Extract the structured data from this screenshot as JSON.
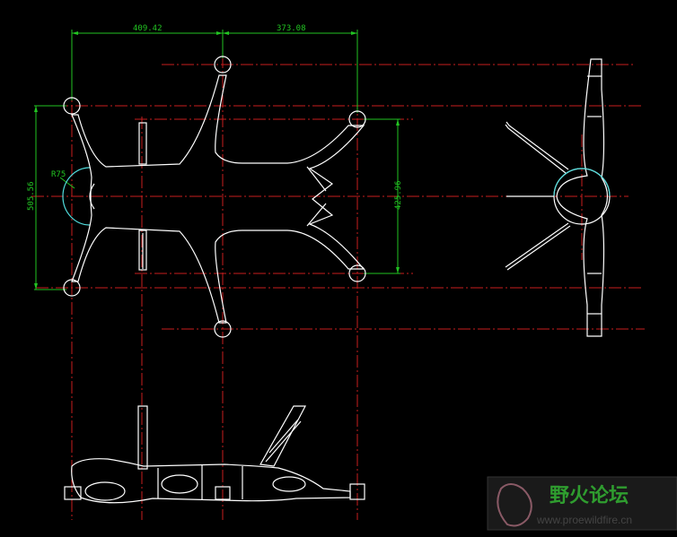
{
  "colors": {
    "background": "#000000",
    "geometry": "#ffffff",
    "centerline": "#c81e1e",
    "dimension": "#22c422",
    "hidden": "#50dcdc"
  },
  "dimensions": {
    "top_left": "409.42",
    "top_right": "373.08",
    "left_height": "505.56",
    "right_height": "425.96",
    "radius": "R75"
  },
  "watermark": {
    "title": "野火论坛",
    "url": "www.proewildfire.cn"
  }
}
